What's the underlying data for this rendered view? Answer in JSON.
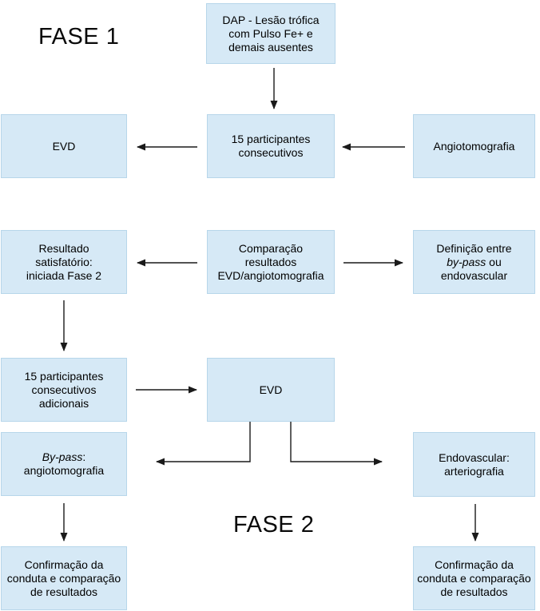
{
  "diagram": {
    "phase1_label": "FASE 1",
    "phase2_label": "FASE 2",
    "colors": {
      "node_fill": "#d6e9f6",
      "node_border": "#b7d6ea",
      "arrow": "#1a1a1a",
      "text": "#000000",
      "background": "#ffffff"
    },
    "nodes": {
      "dap": {
        "lines": [
          "DAP - Lesão trófica",
          "com Pulso Fe+ e",
          "demais ausentes"
        ]
      },
      "evd1": {
        "lines": [
          "EVD"
        ]
      },
      "participantes": {
        "lines": [
          "15 participantes",
          "consecutivos"
        ]
      },
      "angiotomografia": {
        "lines": [
          "Angiotomografia"
        ]
      },
      "resultado": {
        "lines": [
          "Resultado",
          "satisfatório:",
          "iniciada Fase 2"
        ]
      },
      "comparacao": {
        "lines": [
          "Comparação",
          "resultados",
          "EVD/angiotomografia"
        ]
      },
      "definicao": {
        "line1": "Definição entre",
        "italic": "by-pass",
        "after_italic": " ou",
        "line3": "endovascular"
      },
      "adicionais": {
        "lines": [
          "15 participantes",
          "consecutivos",
          "adicionais"
        ]
      },
      "evd2": {
        "lines": [
          "EVD"
        ]
      },
      "bypass": {
        "italic": "By-pass",
        "after_italic": ":",
        "line2": "angiotomografia"
      },
      "endovascular": {
        "lines": [
          "Endovascular:",
          "arteriografia"
        ]
      },
      "confirmacao_left": {
        "lines": [
          "Confirmação da",
          "conduta e comparação",
          "de resultados"
        ]
      },
      "confirmacao_right": {
        "lines": [
          "Confirmação da",
          "conduta e comparação",
          "de resultados"
        ]
      }
    },
    "edges": [
      {
        "from": "dap",
        "to": "participantes"
      },
      {
        "from": "participantes",
        "to": "evd1"
      },
      {
        "from": "angiotomografia",
        "to": "participantes"
      },
      {
        "from": "comparacao",
        "to": "resultado"
      },
      {
        "from": "comparacao",
        "to": "definicao"
      },
      {
        "from": "resultado",
        "to": "adicionais"
      },
      {
        "from": "adicionais",
        "to": "evd2"
      },
      {
        "from": "evd2",
        "to": "bypass"
      },
      {
        "from": "evd2",
        "to": "endovascular"
      },
      {
        "from": "bypass",
        "to": "confirmacao_left"
      },
      {
        "from": "endovascular",
        "to": "confirmacao_right"
      }
    ]
  }
}
